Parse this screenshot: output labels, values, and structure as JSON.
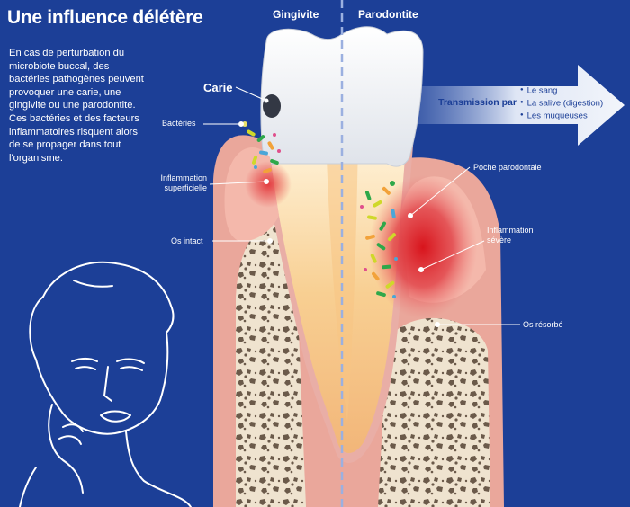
{
  "title": "Une influence délétère",
  "intro": "En cas de perturbation du microbiote buccal, des bactéries pathogènes peuvent provoquer une carie, une gingivite ou une parodontite. Ces bactéries et des facteurs inflammatoires risquent alors de se propager dans tout l'organisme.",
  "columns": {
    "left": "Gingivite",
    "right": "Parodontite"
  },
  "labels": {
    "carie": "Carie",
    "bacteries": "Bactéries",
    "inflammation_superficielle": "Inflammation superficielle",
    "os_intact": "Os intact",
    "poche_parodontale": "Poche parodontale",
    "inflammation_severe": "Inflammation sévère",
    "os_resorbe": "Os résorbé"
  },
  "transmission": {
    "label": "Transmission par",
    "items": [
      "Le sang",
      "La salive (digestion)",
      "Les muqueuses"
    ]
  },
  "colors": {
    "background": "#1c3f97",
    "gum": "#e8a49a",
    "bone": "#efe3cf",
    "inflammation": "#e0262c",
    "divider": "#9bb0e0"
  }
}
